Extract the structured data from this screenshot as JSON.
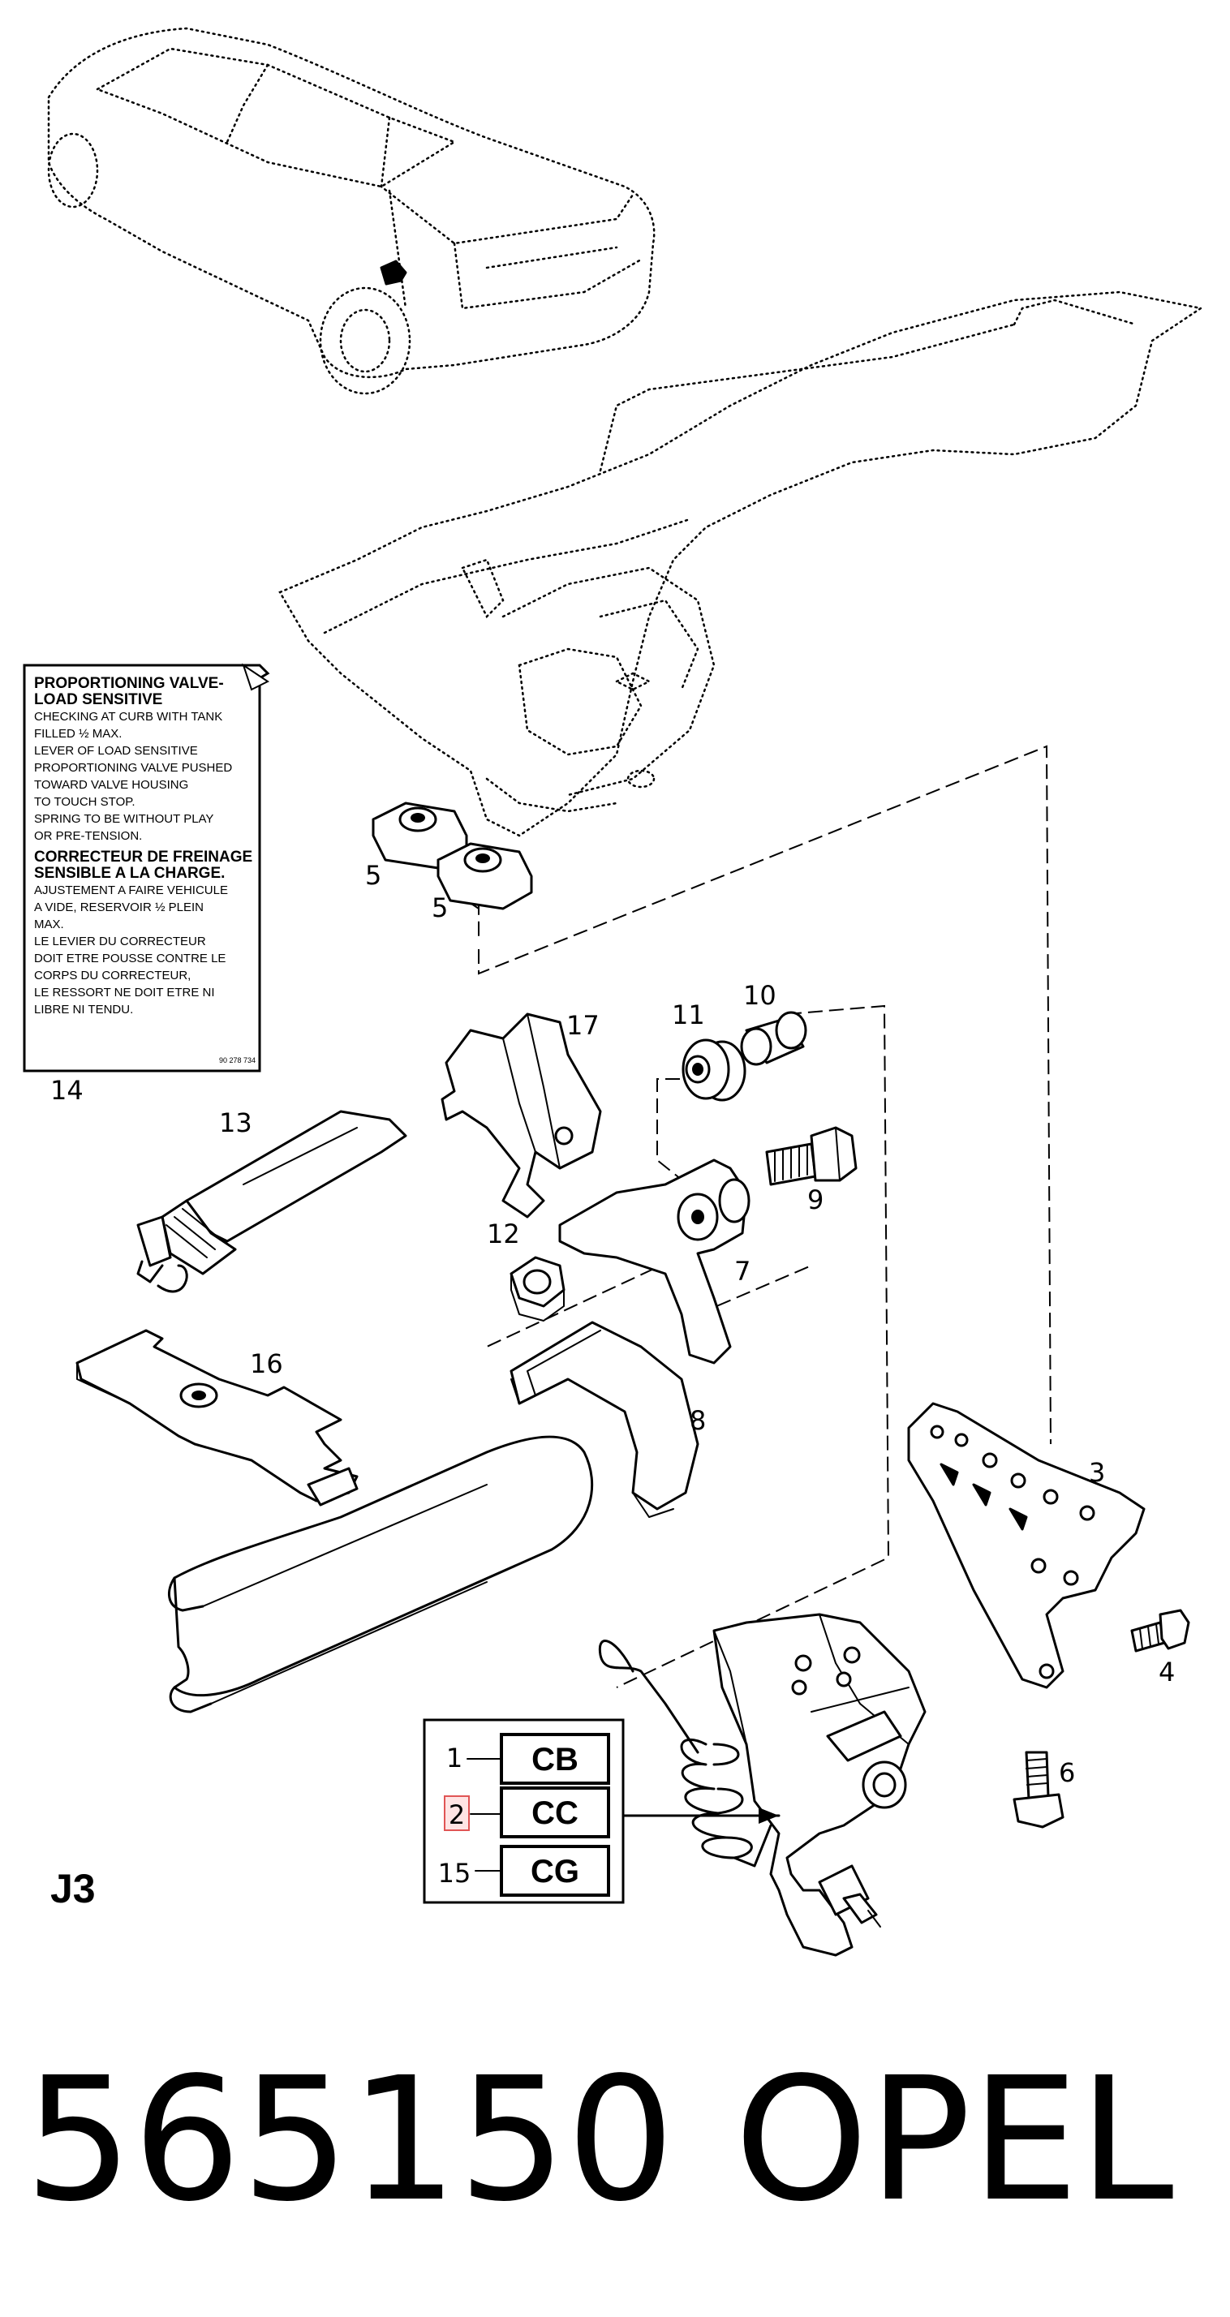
{
  "label_card": {
    "lines": [
      {
        "text": "PROPORTIONING VALVE-",
        "style": "head"
      },
      {
        "text": "LOAD SENSITIVE",
        "style": "head"
      },
      {
        "text": "CHECKING AT CURB WITH TANK",
        "style": "text"
      },
      {
        "text": "FILLED ½ MAX.",
        "style": "text"
      },
      {
        "text": "LEVER OF LOAD SENSITIVE",
        "style": "text"
      },
      {
        "text": "PROPORTIONING VALVE PUSHED",
        "style": "text"
      },
      {
        "text": "TOWARD VALVE HOUSING",
        "style": "text"
      },
      {
        "text": "TO TOUCH STOP.",
        "style": "text"
      },
      {
        "text": "SPRING TO BE WITHOUT PLAY",
        "style": "text"
      },
      {
        "text": "OR PRE-TENSION.",
        "style": "text"
      },
      {
        "text": "CORRECTEUR DE FREINAGE",
        "style": "head"
      },
      {
        "text": "SENSIBLE A LA CHARGE.",
        "style": "head"
      },
      {
        "text": "AJUSTEMENT A FAIRE VEHICULE",
        "style": "text"
      },
      {
        "text": "A VIDE, RESERVOIR ½ PLEIN",
        "style": "text"
      },
      {
        "text": "MAX.",
        "style": "text"
      },
      {
        "text": "LE LEVIER DU CORRECTEUR",
        "style": "text"
      },
      {
        "text": "DOIT ETRE POUSSE CONTRE LE",
        "style": "text"
      },
      {
        "text": "CORPS DU CORRECTEUR,",
        "style": "text"
      },
      {
        "text": "LE RESSORT NE DOIT ETRE NI",
        "style": "text"
      },
      {
        "text": "LIBRE NI TENDU.",
        "style": "text"
      }
    ],
    "ref": "90 278 734"
  },
  "callouts": {
    "c5a": "5",
    "c5b": "5",
    "c17": "17",
    "c11": "11",
    "c10": "10",
    "c14": "14",
    "c13": "13",
    "c9": "9",
    "c12": "12",
    "c7": "7",
    "c16": "16",
    "c8": "8",
    "c3": "3",
    "c4": "4",
    "c6": "6"
  },
  "code_table": [
    {
      "num": "1",
      "code": "CB",
      "highlighted": false
    },
    {
      "num": "2",
      "code": "CC",
      "highlighted": true
    },
    {
      "num": "15",
      "code": "CG",
      "highlighted": false
    }
  ],
  "section_code": "J3",
  "footer": {
    "part_number": "565150",
    "brand": "OPEL"
  },
  "colors": {
    "ink": "#000000",
    "background": "#ffffff",
    "highlight_fill": "#ffe4e4",
    "highlight_border": "#e05555"
  }
}
